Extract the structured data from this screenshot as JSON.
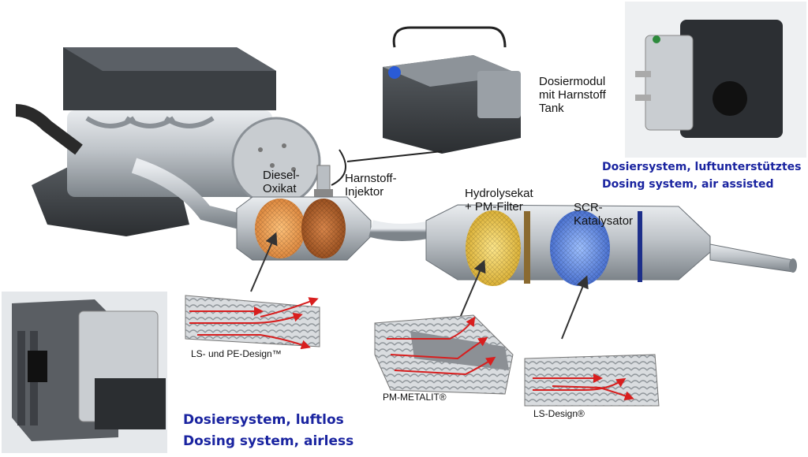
{
  "labels": {
    "dosing_module": "Dosiermodul\nmit Harnstoff\nTank",
    "diesel_oxicat": "Diesel-\nOxikat",
    "urea_injector": "Harnstoff-\nInjektor",
    "hydrolysis_cat": "Hydrolysekat\n+ PM-Filter",
    "scr_cat": "SCR-\nKatalysator",
    "ls_pe_design": "LS- und PE-Design™",
    "pm_metalit": "PM-METALIT®",
    "ls_design": "LS-Design®"
  },
  "captions": {
    "air_assisted_de": "Dosiersystem, luftunterstütztes",
    "air_assisted_en": "Dosing system, air assisted",
    "airless_de": "Dosiersystem, luftlos",
    "airless_en": "Dosing system, airless"
  },
  "colors": {
    "caption_blue": "#1a24a0",
    "steel": "#b9bec3",
    "oxicat_orange": "#e8924a",
    "filter_copper": "#b5632a",
    "hydrolysis_yellow": "#e8c44a",
    "scr_blue": "#4a74d6",
    "flow_arrow_red": "#d81e1e"
  },
  "icons": [
    "engine-icon",
    "urea-tank-icon",
    "injector-icon",
    "dosing-unit-photo",
    "arrow-pointer-icon"
  ]
}
